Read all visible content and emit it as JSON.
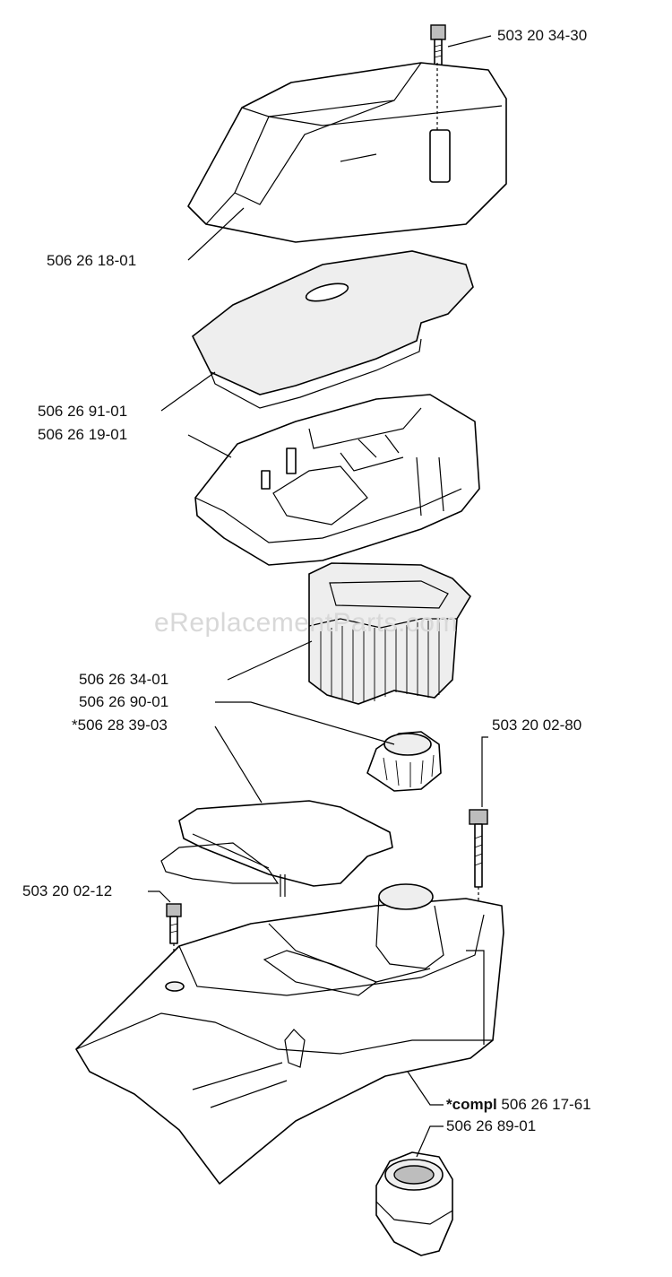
{
  "watermark": "eReplacementParts.com",
  "parts": [
    {
      "id": "screw_top",
      "number": "503 20 34-30"
    },
    {
      "id": "cover",
      "number": "506 26 18-01"
    },
    {
      "id": "filter_pad",
      "number": "506 26 91-01"
    },
    {
      "id": "filter_holder",
      "number": "506 26 19-01"
    },
    {
      "id": "air_filter",
      "number": "506 26 34-01"
    },
    {
      "id": "filter_cap",
      "number": "506 26 90-01"
    },
    {
      "id": "gasket",
      "number": "*506 28 39-03"
    },
    {
      "id": "long_screw",
      "number": "503 20 02-80"
    },
    {
      "id": "short_screw",
      "number": "503 20 02-12"
    },
    {
      "id": "base_prefix",
      "number": "*compl"
    },
    {
      "id": "base",
      "number": "506 26 17-61"
    },
    {
      "id": "grommet",
      "number": "506 26 89-01"
    }
  ]
}
